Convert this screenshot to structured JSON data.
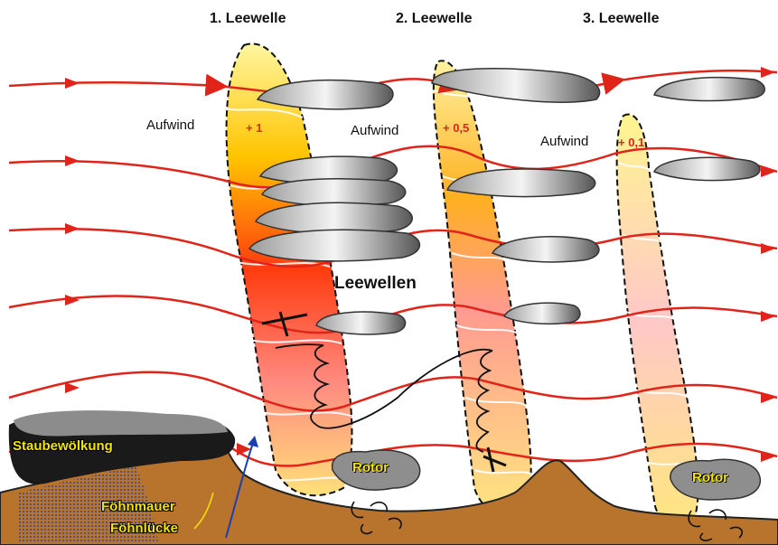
{
  "wave_titles": [
    "1. Leewelle",
    "2. Leewelle",
    "3. Leewelle"
  ],
  "updraft_label": "Aufwind",
  "lift_values": [
    "+ 1",
    "+ 0,5",
    "+ 0,1"
  ],
  "main_label": "Leewellen",
  "dust_cloud_label": "Staubewölkung",
  "foehn_wall_label": "Föhnmauer",
  "foehn_gap_label": "Föhnlücke",
  "rotor_label": "Rotor",
  "colors": {
    "streamline": "#e0241a",
    "terrain": "#b8732c",
    "text_highlight": "#f2e400",
    "cloud": "#8a8a8a"
  }
}
